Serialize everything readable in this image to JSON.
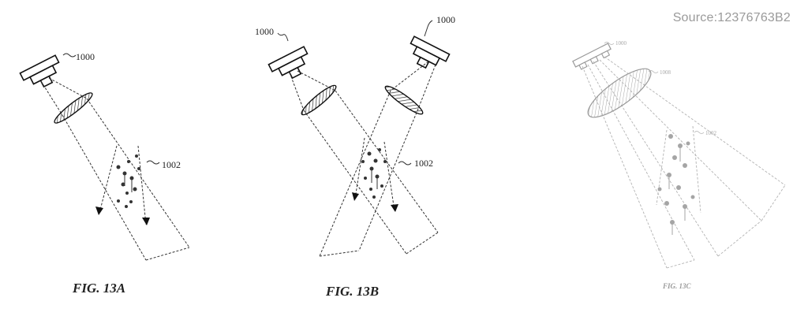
{
  "source": "Source:12376763B2",
  "figures": [
    {
      "id": "13A",
      "caption": "FIG. 13A",
      "labels": {
        "camera": "1000",
        "particles": "1002"
      }
    },
    {
      "id": "13B",
      "caption": "FIG. 13B",
      "labels": {
        "camera_left": "1000",
        "camera_right": "1000",
        "particles": "1002"
      }
    },
    {
      "id": "13C",
      "caption": "FIG. 13C",
      "labels": {
        "camera": "1000",
        "lens": "1008",
        "particles": "1002"
      }
    }
  ]
}
